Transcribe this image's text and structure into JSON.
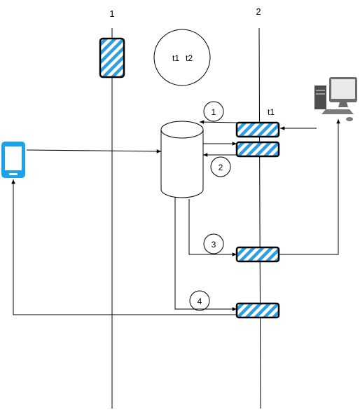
{
  "lane_labels": {
    "lane_1": "1",
    "lane_2": "2"
  },
  "circle_labels": {
    "t1": "t1",
    "t2": "t2"
  },
  "step_labels": {
    "step_1": "1",
    "step_2": "2",
    "step_3": "3",
    "step_4": "4"
  },
  "block_label": "t1",
  "colors": {
    "hatch": "#2f9ee0",
    "stroke": "#000000",
    "phone": "#1aa3e8",
    "monitor": "#6b6b6b"
  }
}
